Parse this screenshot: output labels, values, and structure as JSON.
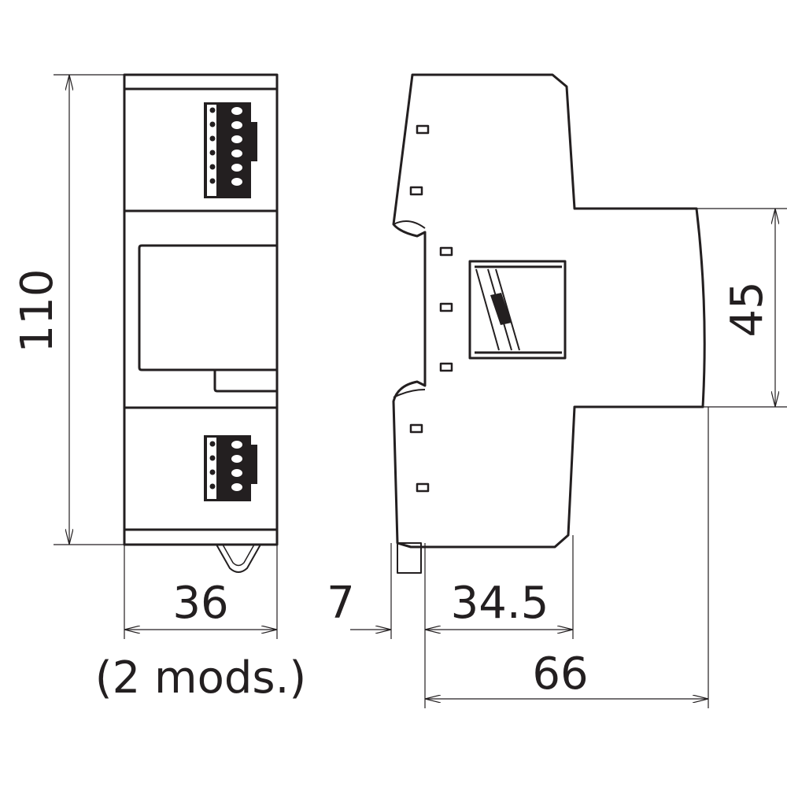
{
  "dimensions": {
    "height": "110",
    "width_front": "36",
    "modules_note": "(2 mods.)",
    "rail_offset": "7",
    "front_depth": "34.5",
    "total_depth": "66",
    "front_height": "45"
  },
  "colors": {
    "line": "#231f20",
    "background": "#ffffff"
  }
}
